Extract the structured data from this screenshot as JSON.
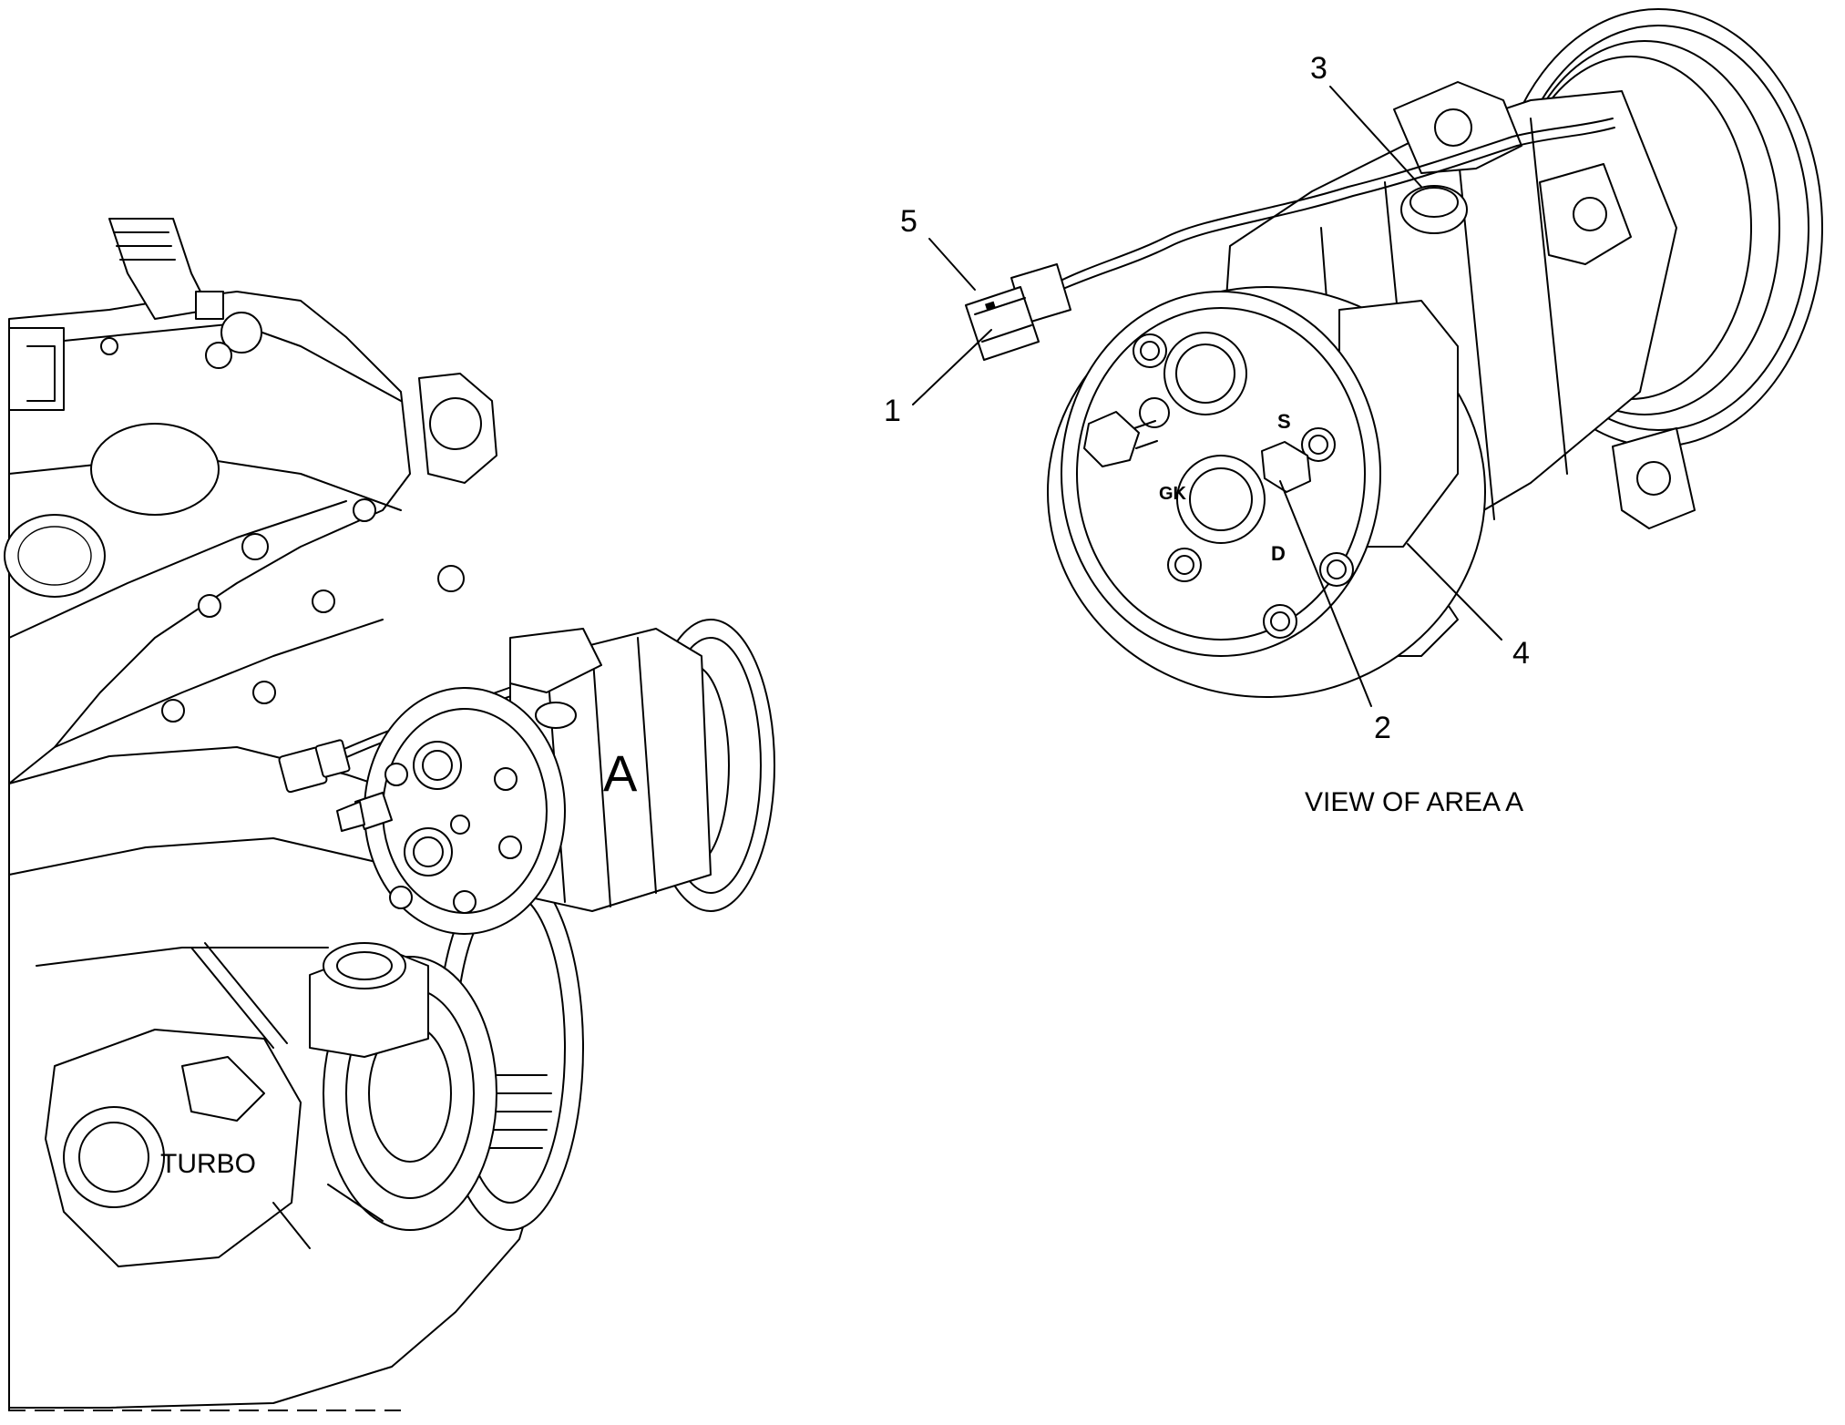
{
  "labels": {
    "area_marker": "A",
    "turbo": "TURBO",
    "view_caption": "VIEW OF AREA A",
    "face_letter_s": "S",
    "face_letter_gk": "GK",
    "face_letter_d": "D"
  },
  "callouts": [
    {
      "id": "1",
      "text": "1"
    },
    {
      "id": "2",
      "text": "2"
    },
    {
      "id": "3",
      "text": "3"
    },
    {
      "id": "4",
      "text": "4"
    },
    {
      "id": "5",
      "text": "5"
    }
  ]
}
